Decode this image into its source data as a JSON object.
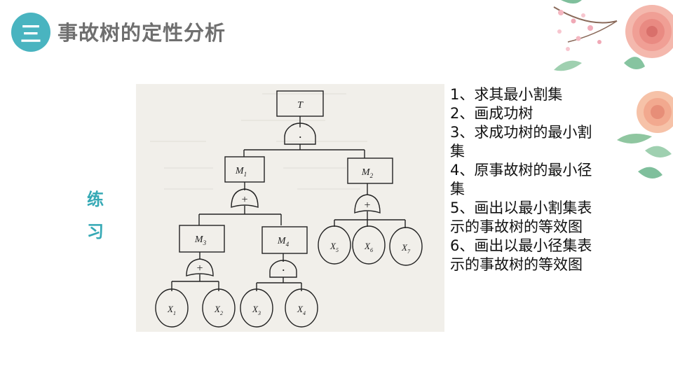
{
  "header": {
    "badge": "三",
    "title": "事故树的定性分析"
  },
  "side_label": [
    "练",
    "习"
  ],
  "tree": {
    "top": "T",
    "intermediate": [
      "M",
      "M",
      "M",
      "M"
    ],
    "intermediate_sub": [
      "1",
      "2",
      "3",
      "4"
    ],
    "basic": [
      "X",
      "X",
      "X",
      "X",
      "X",
      "X",
      "X"
    ],
    "basic_sub": [
      "1",
      "2",
      "3",
      "4",
      "5",
      "6",
      "7"
    ],
    "and_symbol": "·",
    "or_symbol": "+"
  },
  "tasks": [
    "1、求其最小割集",
    "2、画成功树",
    "3、求成功树的最小割集",
    "4、原事故树的最小径集",
    "5、画出以最小割集表示的事故树的等效图",
    "6、画出以最小径集表示的事故树的等效图"
  ],
  "colors": {
    "accent": "#49b4c0",
    "title": "#6f6f6f",
    "diagram_bg": "#f1efea",
    "ink": "#222222",
    "flower_pink": "#f2a7a4",
    "leaf_green": "#8fc6a0"
  }
}
